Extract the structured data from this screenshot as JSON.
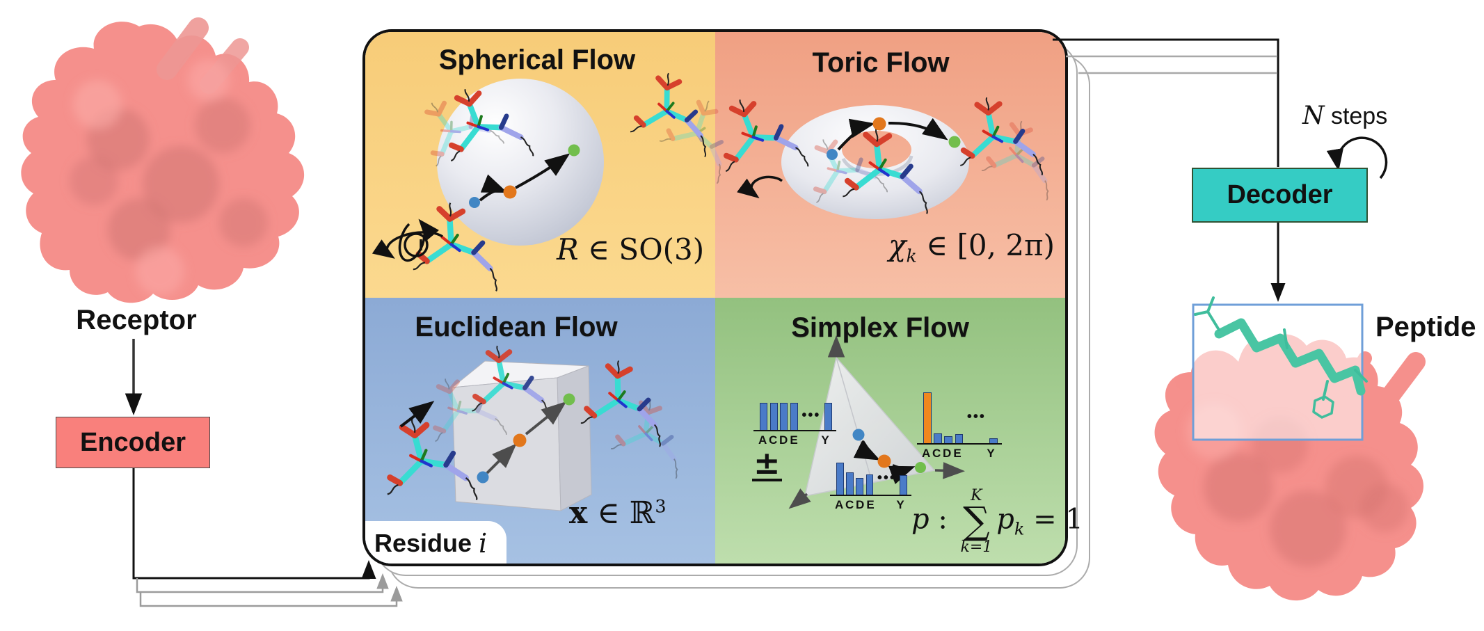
{
  "left": {
    "receptor_label": "Receptor",
    "encoder_label": "Encoder"
  },
  "right": {
    "decoder_label": "Decoder",
    "n_steps": {
      "n": "N",
      "rest": " steps"
    },
    "peptide_label": "Peptide"
  },
  "panel": {
    "spherical": {
      "title": "Spherical Flow",
      "equation": {
        "var": "R",
        "rest": " ∈ SO(3)"
      }
    },
    "toric": {
      "title": "Toric Flow",
      "equation": {
        "var": "χ",
        "sub": "k",
        "rest": " ∈ [0, 2π)"
      }
    },
    "euclidean": {
      "title": "Euclidean Flow",
      "equation": {
        "var": "x",
        "mid": " ∈ ",
        "set": "ℝ",
        "sup": "3"
      },
      "residue": {
        "label": "Residue",
        "index": "i"
      }
    },
    "simplex": {
      "title": "Simplex Flow",
      "plus_minus": "±",
      "equation": {
        "lead_var": "p",
        "colon": " : ",
        "sum_top": "K",
        "sigma": "∑",
        "sum_bottom": "k=1",
        "p_var": "p",
        "p_sub": "k",
        "tail": " = 1"
      },
      "charts": {
        "uniform": {
          "heights": [
            38,
            38,
            38,
            38
          ],
          "tail_height": 38,
          "letters": [
            "A",
            "C",
            "D",
            "E"
          ],
          "tail_letter": "Y",
          "ellipsis": "•••"
        },
        "mid": {
          "heights": [
            45,
            31,
            23,
            28
          ],
          "tail_height": 27,
          "letters": [
            "A",
            "C",
            "D",
            "E"
          ],
          "tail_letter": "Y",
          "ellipsis": "•••"
        },
        "onehot": {
          "heights": [
            72,
            13,
            9,
            12
          ],
          "colors_override": [
            "#F0871F"
          ],
          "tail_height": 6,
          "letters": [
            "A",
            "C",
            "D",
            "E"
          ],
          "tail_letter": "Y",
          "ellipsis": "•••"
        }
      }
    }
  },
  "colors": {
    "encoder_fill": "#F9807C",
    "decoder_fill": "#35CCC4",
    "quad_spherical": "#F9D286",
    "quad_toric": "#F3AC90",
    "quad_euclidean": "#98B4DC",
    "quad_simplex": "#A6CE93",
    "protein_pink": "#F5908C",
    "helix_teal": "#49C5A3",
    "peptide_box_border": "#6F9FD8",
    "connector_gray": "#9B9B9B",
    "dot_blue": "#4186C4",
    "dot_orange": "#E2771C",
    "dot_green": "#72BE4D",
    "bar_blue": "#4A7BC8",
    "bar_orange": "#F0871F"
  }
}
